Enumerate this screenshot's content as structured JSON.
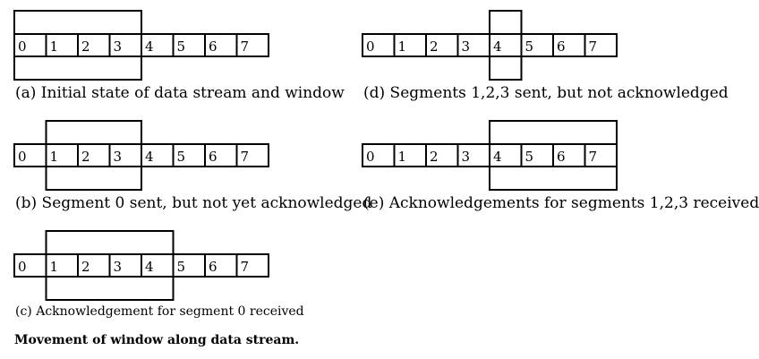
{
  "cells": [
    "0",
    "1",
    "2",
    "3",
    "4",
    "5",
    "6",
    "7"
  ],
  "panels": [
    {
      "id": "a",
      "caption": "(a) Initial state of data stream and window",
      "window_start_index": 0,
      "window_size": 4
    },
    {
      "id": "b",
      "caption": "(b) Segment 0 sent, but not yet acknowledged",
      "window_start_index": 1,
      "window_size": 3
    },
    {
      "id": "c",
      "caption": "(c) Acknowledgement for segment 0 received",
      "window_start_index": 1,
      "window_size": 4
    },
    {
      "id": "d",
      "caption": "(d) Segments 1,2,3 sent, but not acknowledged",
      "window_start_index": 4,
      "window_size": 1
    },
    {
      "id": "e",
      "caption": "(e) Acknowledgements for segments 1,2,3 received",
      "window_start_index": 4,
      "window_size": 4
    }
  ],
  "footer": {
    "caption": "Movement of window along data stream."
  }
}
